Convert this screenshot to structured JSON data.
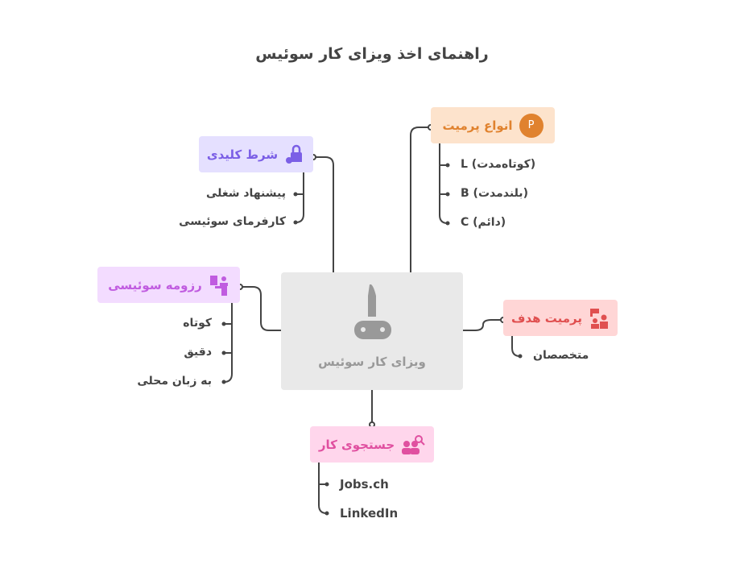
{
  "title": "راهنمای اخذ ویزای کار سوئیس",
  "center": {
    "label": "ویزای کار سوئیس"
  },
  "key_condition": {
    "label": "شرط کلیدی",
    "items": [
      "پیشنهاد شغلی",
      "کارفرمای سوئیسی"
    ],
    "color": "#7b5fe6"
  },
  "permit_types": {
    "label": "انواع پرمیت",
    "badge": "P",
    "items": [
      "L (کوتاه‌مدت)",
      "B (بلندمدت)",
      "C (دائم)"
    ],
    "color": "#e0822e"
  },
  "resume": {
    "label": "رزومه سوئیسی",
    "items": [
      "کوتاه",
      "دقیق",
      "به زبان محلی"
    ],
    "color": "#c05ce0"
  },
  "target_permit": {
    "label": "پرمیت هدف",
    "items": [
      "متخصصان"
    ],
    "color": "#e05050"
  },
  "job_search": {
    "label": "جستجوی کار",
    "items": [
      "Jobs.ch",
      "LinkedIn"
    ],
    "color": "#e050a0"
  }
}
